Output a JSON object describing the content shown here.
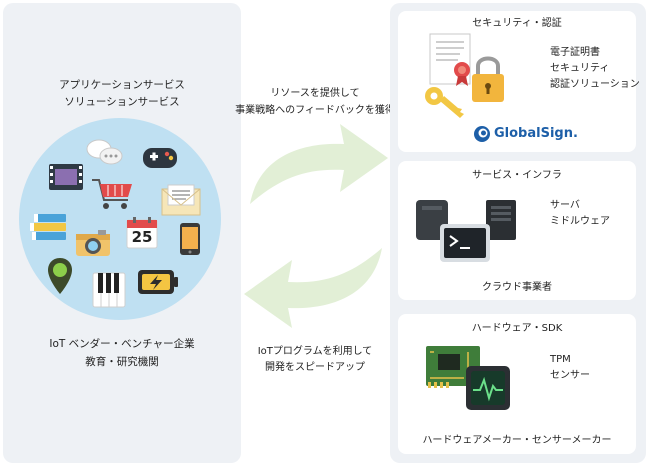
{
  "left": {
    "service_line1": "アプリケーションサービス",
    "service_line2": "ソリューションサービス",
    "vendor_line1": "IoT ベンダー・ベンチャー企業",
    "vendor_line2": "教育・研究機関",
    "calendar_day": "25"
  },
  "arrows": {
    "top_line1": "リソースを提供して",
    "top_line2": "事業戦略へのフィードバックを獲得",
    "bottom_line1": "IoTプログラムを利用して",
    "bottom_line2": "開発をスピードアップ"
  },
  "security": {
    "title": "セキュリティ・認証",
    "items": [
      "電子証明書",
      "セキュリティ",
      "認証ソリューション"
    ],
    "brand": "GlobalSign."
  },
  "infra": {
    "title": "サービス・インフラ",
    "items": [
      "サーバ",
      "ミドルウェア"
    ],
    "footer": "クラウド事業者"
  },
  "hardware": {
    "title": "ハードウェア・SDK",
    "items": [
      "TPM",
      "センサー"
    ],
    "footer": "ハードウェアメーカー・センサーメーカー"
  },
  "colors": {
    "panel": "#eef1f5",
    "circle": "#bfe0f2",
    "arrow": "#e2efd6",
    "brand_blue": "#1d5fa8"
  }
}
